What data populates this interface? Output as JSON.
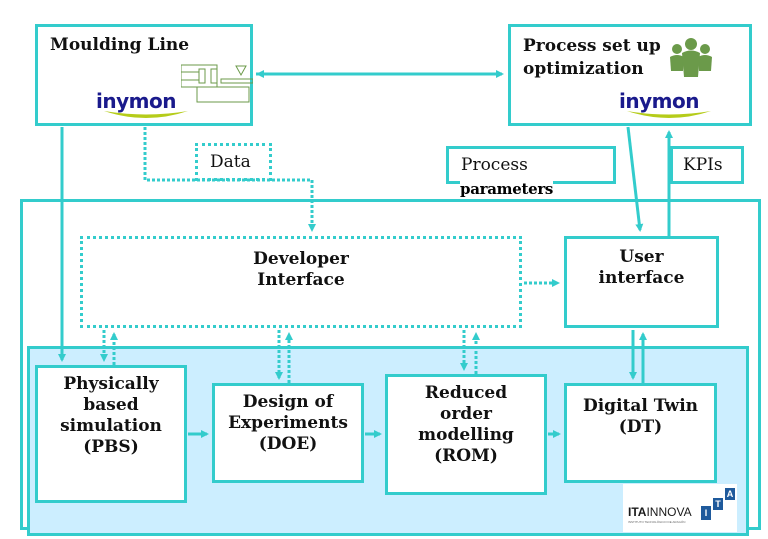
{
  "nodes": {
    "moulding_line": {
      "title": "Moulding Line",
      "logo": "inymon"
    },
    "process_setup": {
      "title_line1": "Process set up",
      "title_line2": "optimization",
      "logo": "inymon",
      "icon": "people-group-icon"
    },
    "developer_interface": {
      "line1": "Developer",
      "line2": "Interface"
    },
    "user_interface": {
      "line1": "User",
      "line2": "interface"
    },
    "pbs": {
      "line1": "Physically",
      "line2": "based",
      "line3": "simulation",
      "line4": "(PBS)"
    },
    "doe": {
      "line1": "Design of",
      "line2": "Experiments",
      "line3": "(DOE)"
    },
    "rom": {
      "line1": "Reduced",
      "line2": "order",
      "line3": "modelling",
      "line4": "(ROM)"
    },
    "dt": {
      "line1": "Digital Twin",
      "line2": "(DT)"
    }
  },
  "edge_labels": {
    "data": "Data",
    "process": "Process",
    "parameters": "parameters",
    "kpis": "KPIs"
  },
  "branding": {
    "ita_bold": "ITA",
    "ita_rest": "INNOVA",
    "ita_sub": "INSTITUTO TECNOLÓGICO DE ARAGÓN",
    "ita_blocks": [
      "I",
      "T",
      "A"
    ]
  },
  "colors": {
    "accent": "#33cccc",
    "inner_panel": "#cceeff",
    "icon_green": "#6b9a4a",
    "inymon_blue": "#1a1a8c",
    "inymon_swoosh": "#b5cc1a",
    "ita_blue": "#1f5a9c"
  }
}
